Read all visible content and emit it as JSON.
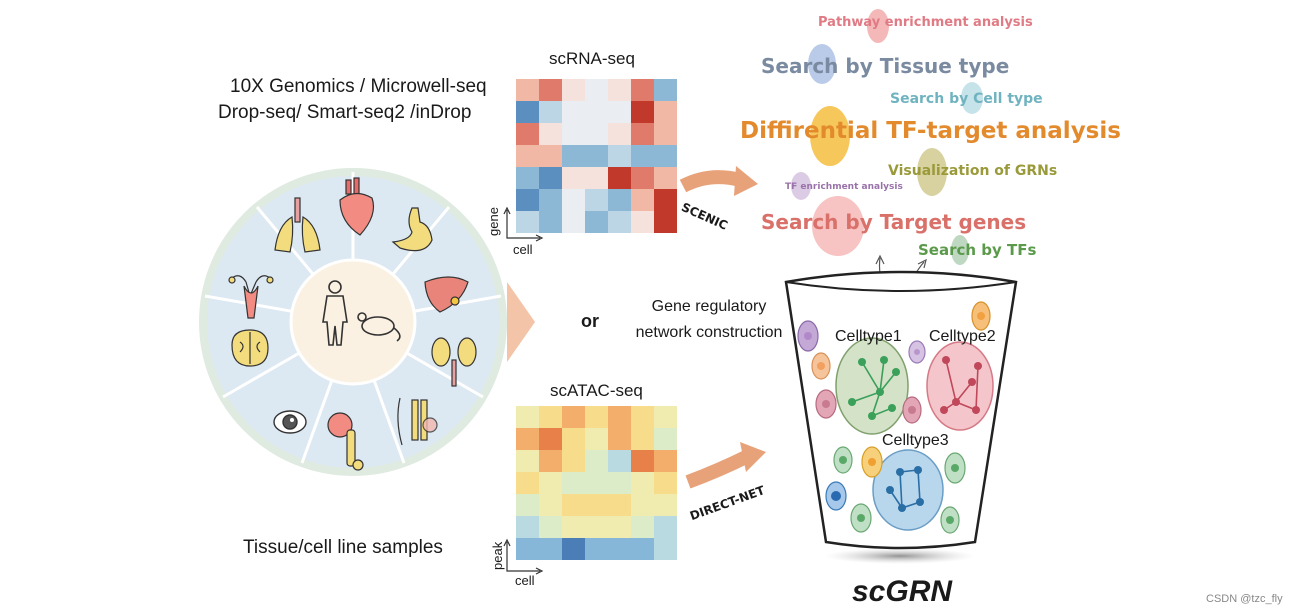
{
  "left": {
    "tech_line1": "10X Genomics / Microwell-seq",
    "tech_line2": "Drop-seq/ Smart-seq2 /inDrop",
    "samples_label": "Tissue/cell line samples"
  },
  "heatmaps": {
    "rna_title": "scRNA-seq",
    "rna_ylabel": "gene",
    "rna_xlabel": "cell",
    "atac_title": "scATAC-seq",
    "atac_ylabel": "peak",
    "atac_xlabel": "cell"
  },
  "middle": {
    "or_label": "or",
    "grn_line1": "Gene regulatory",
    "grn_line2": "network construction"
  },
  "methods": {
    "scenic": "SCENIC",
    "directnet": "DIRECT-NET"
  },
  "wordcloud": {
    "pathway": "Pathway enrichment analysis",
    "tissue": "Search by Tissue type",
    "celltype": "Search by Cell type",
    "diff_tf": "Diffirential TF-target analysis",
    "visualization": "Visualization of GRNs",
    "tf_enrich": "TF enrichment analysis",
    "target": "Search by Target genes",
    "tfs": "Search by TFs"
  },
  "cup": {
    "celltype1": "Celltype1",
    "celltype2": "Celltype2",
    "celltype3": "Celltype3",
    "title": "scGRN"
  },
  "watermark": "CSDN @tzc_fly",
  "colors": {
    "pathway": "#e07a84",
    "tissue": "#7a8aa0",
    "celltype": "#6fb3c0",
    "diff_tf": "#e38a2d",
    "visualization": "#9a9a3a",
    "tf_enrich": "#9a72aa",
    "target": "#d9716a",
    "tfs": "#5a9a4a",
    "arrow": "#e8a27a"
  }
}
